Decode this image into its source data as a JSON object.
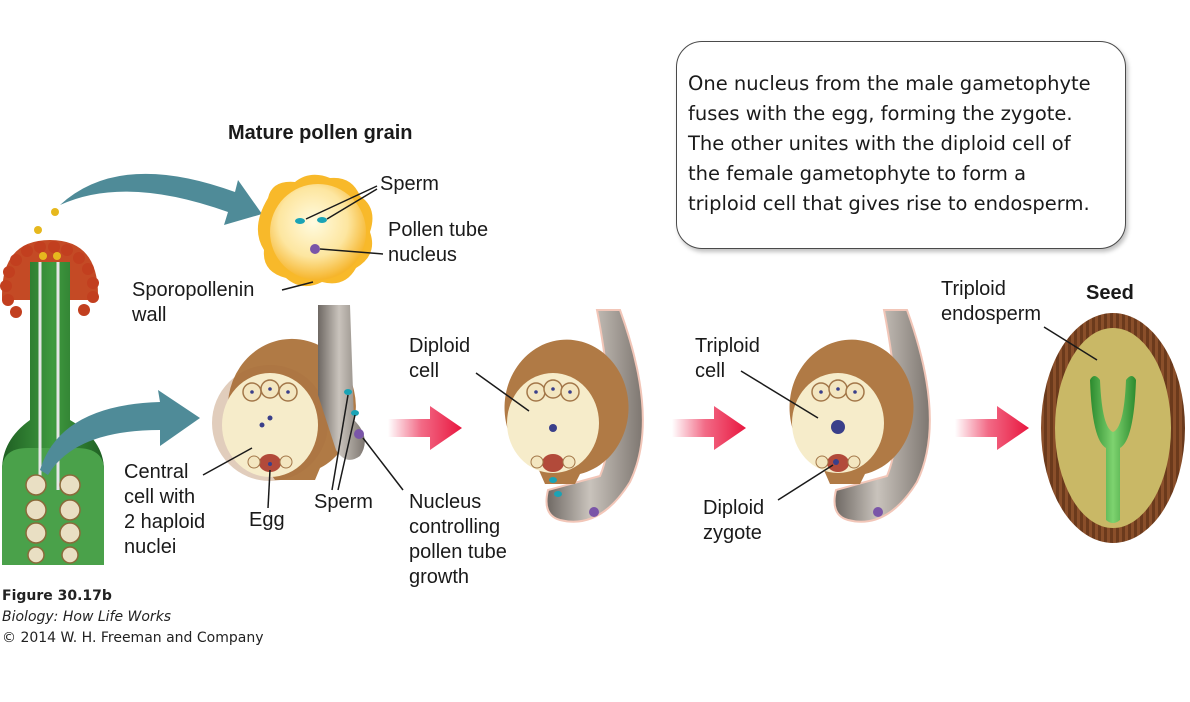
{
  "callout": {
    "lines": [
      "One nucleus from the male gametophyte",
      "fuses with the egg, forming the zygote.",
      "The other unites with the diploid cell of",
      "the female gametophyte to form a",
      "triploid cell that gives rise to endosperm."
    ]
  },
  "labels": {
    "mature_pollen_grain": "Mature pollen grain",
    "sperm_top": "Sperm",
    "pollen_tube_nucleus": [
      "Pollen tube",
      "nucleus"
    ],
    "sporopollenin_wall": [
      "Sporopollenin",
      "wall"
    ],
    "central_cell": [
      "Central",
      "cell with",
      "2 haploid",
      "nuclei"
    ],
    "egg": "Egg",
    "sperm_bottom": "Sperm",
    "nucleus_controlling": [
      "Nucleus",
      "controlling",
      "pollen tube",
      "growth"
    ],
    "diploid_cell": [
      "Diploid",
      "cell"
    ],
    "triploid_cell": [
      "Triploid",
      "cell"
    ],
    "diploid_zygote": [
      "Diploid",
      "zygote"
    ],
    "triploid_endosperm": [
      "Triploid",
      "endosperm"
    ],
    "seed": "Seed"
  },
  "caption": {
    "figure": "Figure 30.17b",
    "book": "Biology: How Life Works",
    "copyright": "© 2014 W. H. Freeman and Company"
  },
  "colors": {
    "arrow_teal": "#4f8b98",
    "arrow_red": "#e8173f",
    "ovule_brown": "#b07a45",
    "cell_cream": "#f6ecca",
    "pollen_yellow": "#f8b92a",
    "pistil_green": "#2f7d32",
    "seed_coat": "#7a4424",
    "endosperm": "#c9b866",
    "embryo_green": "#3fa440"
  }
}
